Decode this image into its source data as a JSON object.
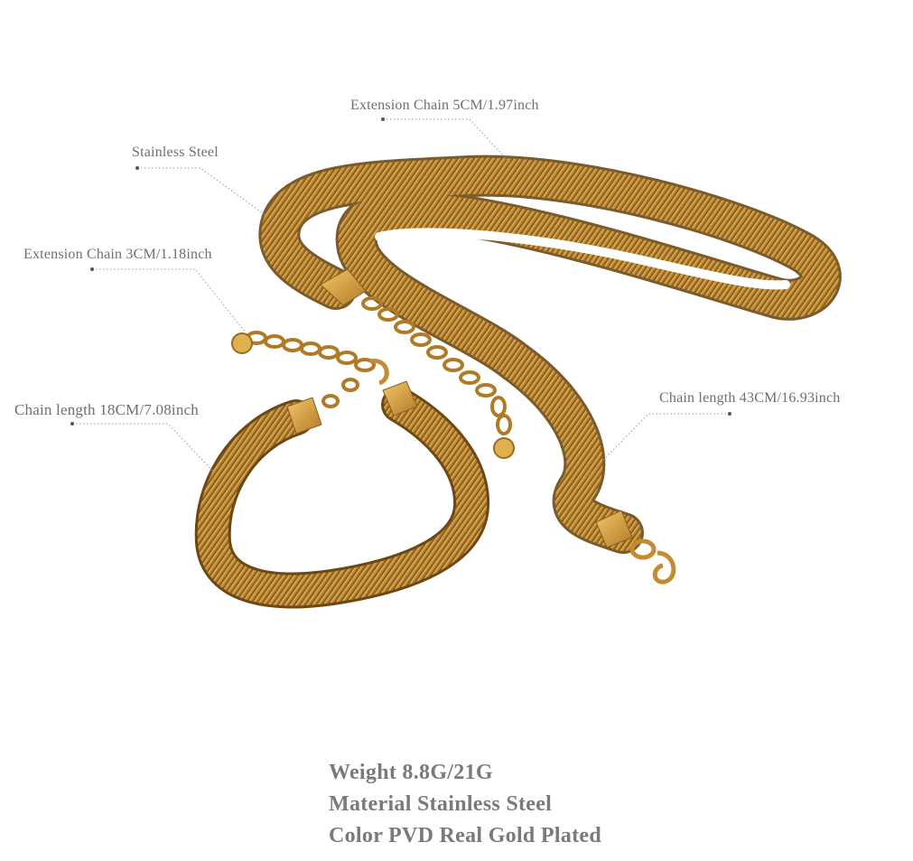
{
  "callouts": {
    "extension_long": "Extension Chain 5CM/1.97inch",
    "material": "Stainless Steel",
    "extension_short": "Extension Chain 3CM/1.18inch",
    "bracelet_length": "Chain length  18CM/7.08inch",
    "necklace_length": "Chain length 43CM/16.93inch"
  },
  "specs": {
    "weight": "Weight 8.8G/21G",
    "material": "Material Stainless Steel",
    "color": "Color PVD Real Gold Plated"
  },
  "colors": {
    "gold": "#b9852f",
    "gold_light": "#e2b45a",
    "gold_dark": "#7a531b",
    "text": "#6f6f6f",
    "leader": "#9a9a9a"
  }
}
